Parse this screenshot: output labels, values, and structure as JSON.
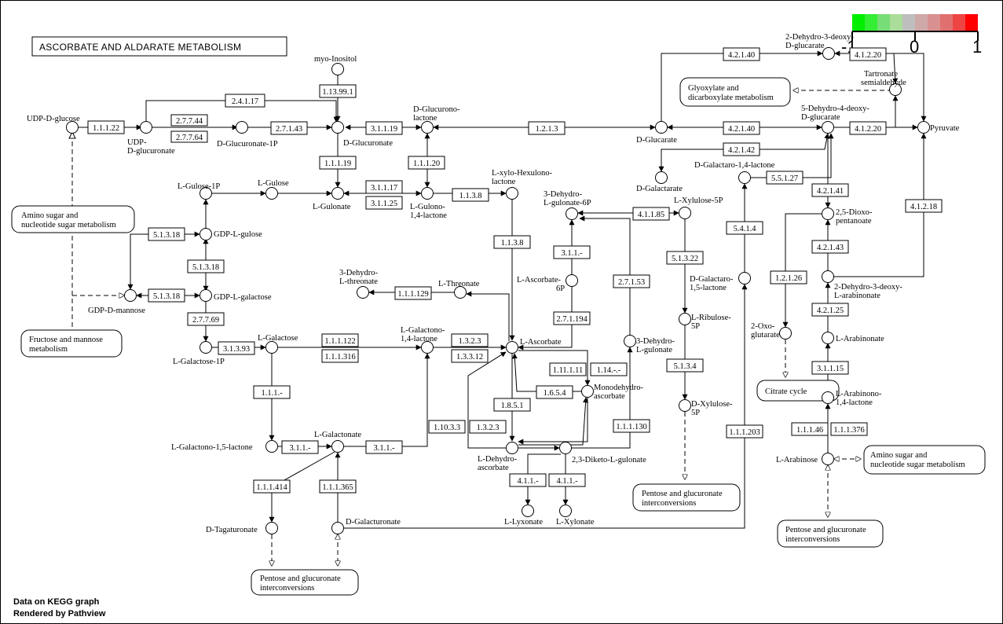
{
  "title": "ASCORBATE AND ALDARATE METABOLISM",
  "footer": {
    "line1": "Data on KEGG graph",
    "line2": "Rendered by Pathview"
  },
  "legend": {
    "ticks": [
      "-1",
      "0",
      "1"
    ],
    "colors": [
      "#00ee00",
      "#33ee33",
      "#77dd77",
      "#aadd99",
      "#bebebe",
      "#cfa8a8",
      "#d99090",
      "#e07070",
      "#ee4444",
      "#ff0000"
    ]
  },
  "enzymes": {
    "e1": "1.1.1.22",
    "e2": "2.4.1.17",
    "e3": "1.13.99.1",
    "e4": "2.7.7.44",
    "e5": "2.7.7.64",
    "e6": "2.7.1.43",
    "e7": "3.1.1.19",
    "e8": "1.1.1.19",
    "e9": "1.1.1.20",
    "e10": "3.1.1.17",
    "e11": "3.1.1.25",
    "e12": "1.1.3.8",
    "e13": "1.2.1.3",
    "e14": "1.1.3.8",
    "e15": "4.2.1.40",
    "e16": "4.1.2.20",
    "e17": "4.2.1.40",
    "e18": "4.1.2.20",
    "e19": "4.2.1.42",
    "e20": "5.5.1.27",
    "e21": "4.2.1.41",
    "e22": "4.2.1.43",
    "e23": "4.2.1.25",
    "e24": "3.1.1.15",
    "e25": "1.1.1.46",
    "e26": "1.1.1.376",
    "e27": "4.1.2.18",
    "e28": "1.2.1.26",
    "e29": "5.4.1.4",
    "e30": "4.1.1.85",
    "e31": "5.1.3.22",
    "e32": "5.1.3.4",
    "e33": "3.1.1.-",
    "e34": "2.7.1.53",
    "e35": "2.7.1.194",
    "e36": "1.1.1.203",
    "e37": "5.1.3.18",
    "e38": "5.1.3.18",
    "e39": "5.1.3.18",
    "e40": "2.7.7.69",
    "e41": "3.1.3.93",
    "e42": "1.1.1.129",
    "e43": "1.1.1.122",
    "e44": "1.1.1.316",
    "e45": "1.3.2.3",
    "e46": "1.3.3.12",
    "e47": "1.1.1.-",
    "e48": "3.1.1.-",
    "e49": "3.1.1.-",
    "e50": "1.10.3.3",
    "e51": "1.3.2.3",
    "e52": "1.8.5.1",
    "e53": "1.6.5.4",
    "e54": "1.11.1.11",
    "e55": "1.14.-.-",
    "e56": "1.1.1.130",
    "e57": "4.1.1.-",
    "e58": "4.1.1.-",
    "e59": "1.1.1.414",
    "e60": "1.1.1.365"
  },
  "compounds": {
    "udp_glucose": "UDP-D-glucose",
    "udp_glucuronate_1": "UDP-",
    "udp_glucuronate_2": "D-glucuronate",
    "myo_inositol": "myo-Inositol",
    "d_glucuronate": "D-Glucuronate",
    "d_glucuronate_1p": "D-Glucuronate-1P",
    "d_glucurono_lactone_1": "D-Glucurono-",
    "d_glucurono_lactone_2": "lactone",
    "l_gulonate": "L-Gulonate",
    "l_gulose": "L-Gulose",
    "l_gulose_1p": "L-Gulose-1P",
    "l_gulono_lactone_1": "L-Gulono-",
    "l_gulono_lactone_2": "1,4-lactone",
    "l_xylo_hexulono_1": "L-xylo-Hexulono-",
    "l_xylo_hexulono_2": "lactone",
    "d_glucarate": "D-Glucarate",
    "d_galactarate": "D-Galactarate",
    "d_galactaro_14_lactone": "D-Galactaro-1,4-lactone",
    "dehydro_deoxy_glucarate_1": "2-Dehydro-3-deoxy-",
    "dehydro_deoxy_glucarate_2": "D-glucarate",
    "tartronate_1": "Tartronate",
    "tartronate_2": "semialdehyde",
    "dehydro4_deoxy_1": "5-Dehydro-4-deoxy-",
    "dehydro4_deoxy_2": "D-glucarate",
    "pyruvate": "Pyruvate",
    "dioxo_1": "2,5-Dioxo-",
    "dioxo_2": "pentanoate",
    "dehydro_deoxy_arab_1": "2-Dehydro-3-deoxy-",
    "dehydro_deoxy_arab_2": "L-arabinonate",
    "l_arabinonate": "L-Arabinonate",
    "l_arabinono_1": "L-Arabinono-",
    "l_arabinono_2": "1,4-lactone",
    "l_arabinose": "L-Arabinose",
    "oxoglutarate_1": "2-Oxo-",
    "oxoglutarate_2": "glutarate",
    "dehydro_gulonate6p_1": "3-Dehydro-",
    "dehydro_gulonate6p_2": "L-gulonate-6P",
    "l_xylulose_5p": "L-Xylulose-5P",
    "l_ascorbate_6p_1": "L-Ascorbate-",
    "l_ascorbate_6p_2": "6P",
    "d_galactaro_15_1": "D-Galactaro-",
    "d_galactaro_15_2": "1,5-lactone",
    "l_ribulose_1": "L-Ribulose-",
    "l_ribulose_2": "5P",
    "d_xylulose_1": "D-Xylulose-",
    "d_xylulose_2": "5P",
    "gdp_l_gulose": "GDP-L-gulose",
    "gdp_l_galactose": "GDP-L-galactose",
    "gdp_d_mannose": "GDP-D-mannose",
    "l_galactose": "L-Galactose",
    "l_galactose_1p": "L-Galactose-1P",
    "dehydro_threonate_1": "3-Dehydro-",
    "dehydro_threonate_2": "L-threonate",
    "l_threonate": "L-Threonate",
    "l_galactono14_1": "L-Galactono-",
    "l_galactono14_2": "1,4-lactone",
    "l_ascorbate": "L-Ascorbate",
    "dehydro_l_gulonate_1": "3-Dehydro-",
    "dehydro_l_gulonate_2": "L-gulonate",
    "monodehydro_1": "Monodehydro-",
    "monodehydro_2": "ascorbate",
    "l_galactono15": "L-Galactono-1,5-lactone",
    "l_galactonate": "L-Galactonate",
    "l_dehydroasc_1": "L-Dehydro-",
    "l_dehydroasc_2": "ascorbate",
    "diketo": "2,3-Diketo-L-gulonate",
    "l_lyxonate": "L-Lyxonate",
    "l_xylonate": "L-Xylonate",
    "d_tagaturonate": "D-Tagaturonate",
    "d_galacturonate": "D-Galacturonate"
  },
  "maps": {
    "glyoxylate_1": "Glyoxylate and",
    "glyoxylate_2": "dicarboxylate metabolism",
    "amino_sugar_left_1": "Amino sugar and",
    "amino_sugar_left_2": "nucleotide sugar metabolism",
    "fructose_1": "Fructose and mannose",
    "fructose_2": "metabolism",
    "citrate": "Citrate cycle",
    "amino_sugar_right_1": "Amino sugar and",
    "amino_sugar_right_2": "nucleotide sugar metabolism",
    "pentose_mid_1": "Pentose and glucuronate",
    "pentose_mid_2": "interconversions",
    "pentose_right_1": "Pentose and glucuronate",
    "pentose_right_2": "interconversions",
    "pentose_bottom_1": "Pentose and glucuronate",
    "pentose_bottom_2": "interconversions"
  },
  "highlight_colors": {
    "gray": "#bebebe",
    "pink": "#cfa0a0"
  }
}
